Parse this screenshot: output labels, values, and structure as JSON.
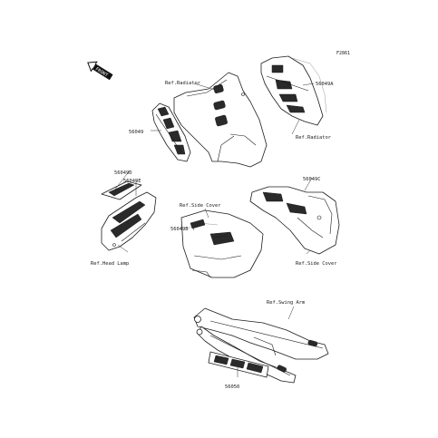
{
  "diagram": {
    "code": "F2861",
    "front_label": "FRONT",
    "labels": {
      "ref_radiator_top": "Ref.Radiator",
      "ref_radiator_right": "Ref.Radiator",
      "part_56049": "56049",
      "part_56049A": "56049A",
      "part_56049D": "56049D",
      "part_56049E": "56049E",
      "part_56049C": "56049C",
      "part_56049B": "56049B",
      "part_56050": "56050",
      "ref_side_cover_left": "Ref.Side Cover",
      "ref_side_cover_right": "Ref.Side Cover",
      "ref_head_lamp": "Ref.Head Lamp",
      "ref_swing_arm": "Ref.Swing Arm"
    }
  }
}
